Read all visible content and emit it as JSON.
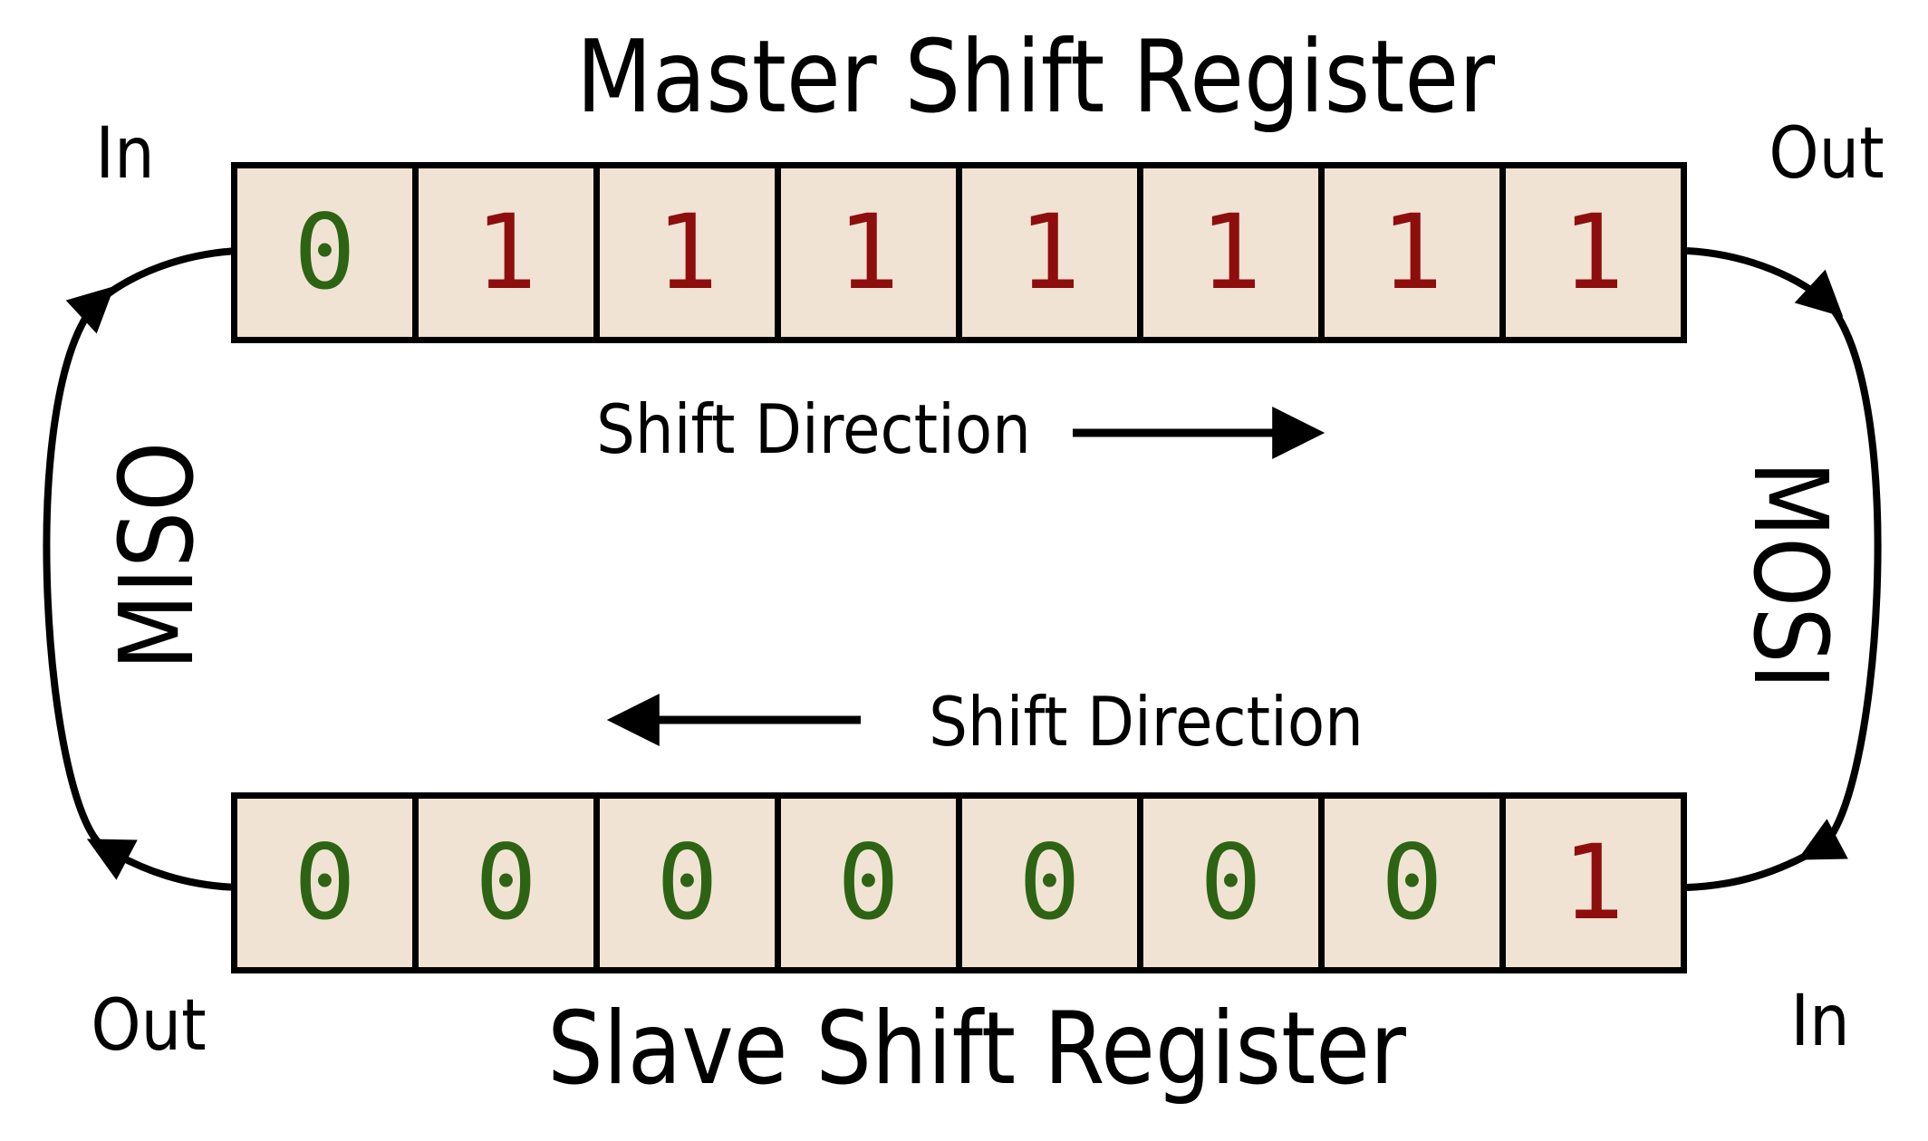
{
  "diagram": "SPI master-slave shift register loop",
  "titles": {
    "master": "Master Shift Register",
    "slave": "Slave Shift Register"
  },
  "labels": {
    "master_in": "In",
    "master_out": "Out",
    "slave_out": "Out",
    "slave_in": "In",
    "miso": "MISO",
    "mosi": "MOSI",
    "shift_direction_top": "Shift Direction",
    "shift_direction_bottom": "Shift Direction"
  },
  "registers": {
    "master": {
      "bits": [
        "0",
        "1",
        "1",
        "1",
        "1",
        "1",
        "1",
        "1"
      ]
    },
    "slave": {
      "bits": [
        "0",
        "0",
        "0",
        "0",
        "0",
        "0",
        "0",
        "1"
      ]
    }
  },
  "colors": {
    "background": "#ffffff",
    "cell_fill": "#f1e3d3",
    "bit_zero": "#2d6414",
    "bit_one": "#8e0e0e",
    "line": "#000000"
  }
}
